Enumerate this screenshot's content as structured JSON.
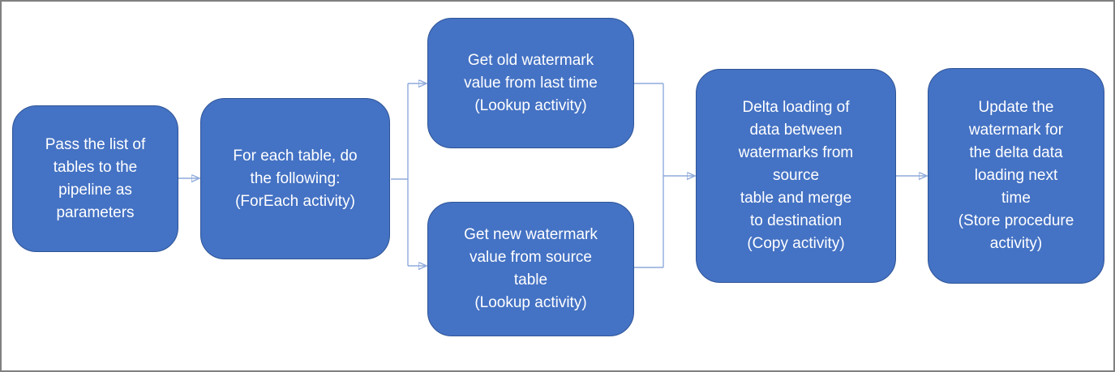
{
  "colors": {
    "node_fill": "#4472C4",
    "node_border": "#2F5597",
    "node_text": "#FFFFFF",
    "connector_line": "#8FAADC",
    "connector_arrow": "#4472C4",
    "frame_border": "#808080",
    "canvas_bg": "#FFFFFF"
  },
  "diagram": {
    "type": "flowchart",
    "nodes": [
      {
        "id": "pass-list",
        "label": "Pass the list of\ntables to the\npipeline as\nparameters"
      },
      {
        "id": "foreach",
        "label": "For each table, do\nthe following:\n(ForEach activity)"
      },
      {
        "id": "get-old-watermark",
        "label": "Get old watermark\nvalue from last time\n(Lookup activity)"
      },
      {
        "id": "get-new-watermark",
        "label": "Get new watermark\nvalue from source\ntable\n(Lookup activity)"
      },
      {
        "id": "delta-loading",
        "label": "Delta loading of\ndata between\nwatermarks from\nsource\ntable and merge\nto destination\n(Copy activity)"
      },
      {
        "id": "update-watermark",
        "label": "Update the\nwatermark for\nthe delta data\nloading next\ntime\n(Store procedure\nactivity)"
      }
    ],
    "edges": [
      {
        "from": "pass-list",
        "to": "foreach"
      },
      {
        "from": "foreach",
        "to": "get-old-watermark"
      },
      {
        "from": "foreach",
        "to": "get-new-watermark"
      },
      {
        "from": "get-old-watermark",
        "to": "delta-loading"
      },
      {
        "from": "get-new-watermark",
        "to": "delta-loading"
      },
      {
        "from": "delta-loading",
        "to": "update-watermark"
      }
    ]
  }
}
